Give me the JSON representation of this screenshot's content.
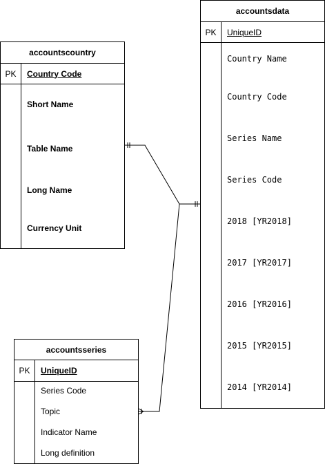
{
  "entities": {
    "accountscountry": {
      "title": "accountscountry",
      "pk_label": "PK",
      "pk_field": "Country Code",
      "attributes": [
        "Short Name",
        "Table Name",
        "Long Name",
        "Currency Unit"
      ]
    },
    "accountsdata": {
      "title": "accountsdata",
      "pk_label": "PK",
      "pk_field": "UniqueID",
      "attributes": [
        "Country Name",
        "Country Code",
        "Series Name",
        "Series Code",
        "2018 [YR2018]",
        "2017 [YR2017]",
        "2016 [YR2016]",
        "2015 [YR2015]",
        "2014 [YR2014]"
      ]
    },
    "accountsseries": {
      "title": "accountsseries",
      "pk_label": "PK",
      "pk_field": "UniqueID",
      "attributes": [
        "Series Code",
        "Topic",
        "Indicator Name",
        "Long definition"
      ]
    }
  },
  "relationships": [
    {
      "from": "accountscountry",
      "from_cardinality": "one-and-only-one",
      "to": "accountsdata",
      "to_cardinality": "one-and-only-one"
    },
    {
      "from": "accountsseries",
      "from_cardinality": "zero-or-many",
      "to": "accountsdata",
      "to_cardinality": "one-and-only-one"
    }
  ],
  "colors": {
    "stroke": "#000000",
    "background": "#ffffff"
  }
}
